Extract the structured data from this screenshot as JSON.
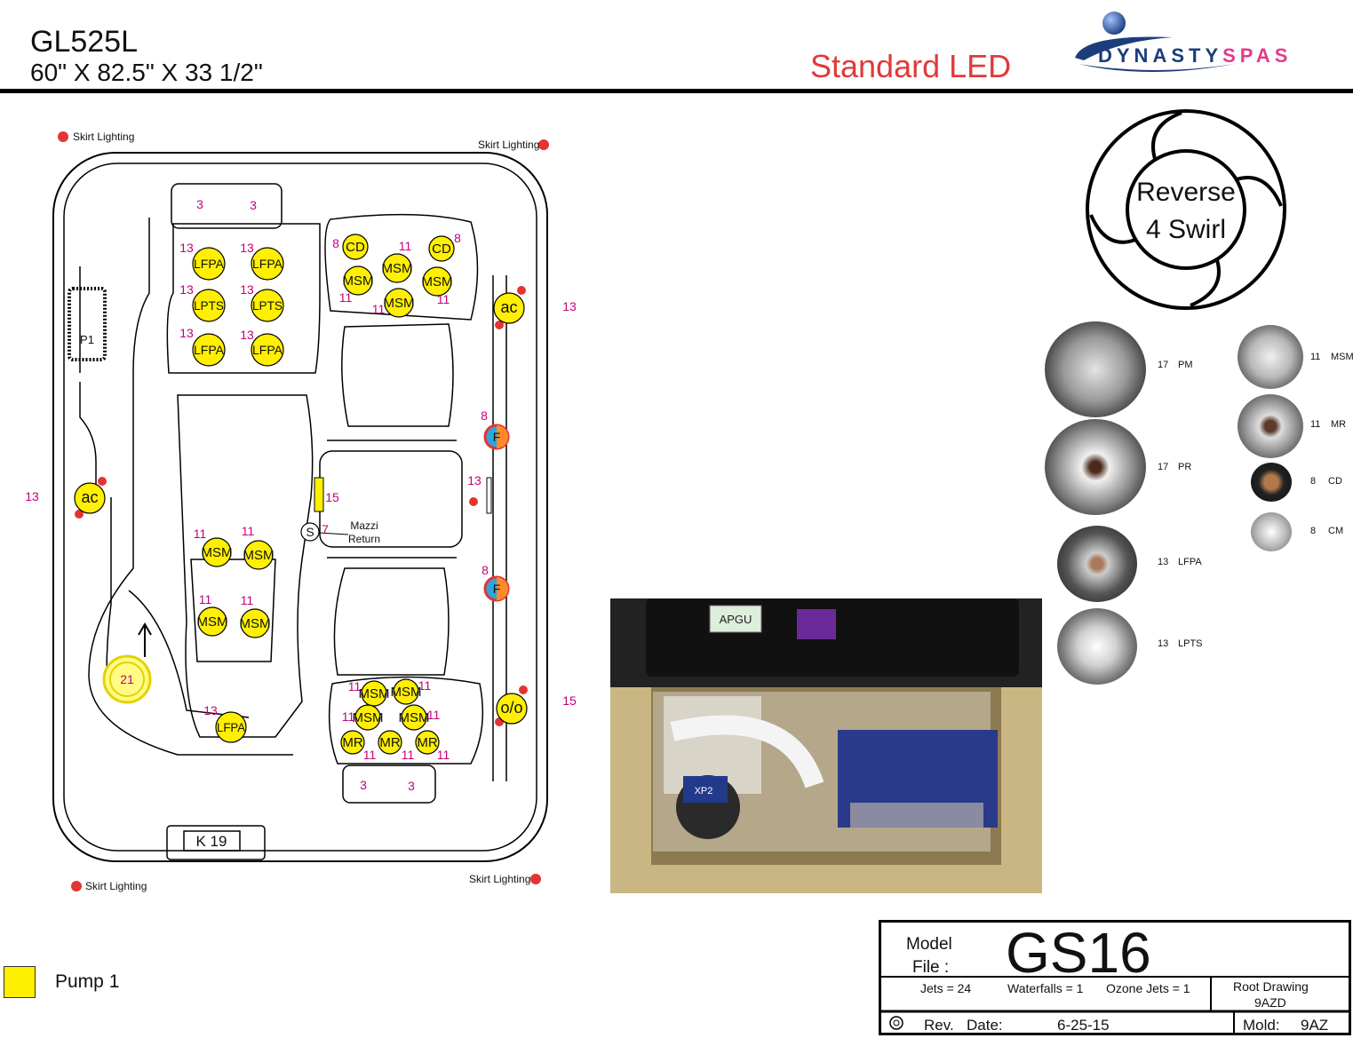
{
  "header": {
    "model_name": "GL525L",
    "dimensions": "60\" X 82.5\" X 33 1/2\"",
    "lighting_type": "Standard LED",
    "logo_word1": "DYNASTY",
    "logo_word2": "SPAS"
  },
  "diagram": {
    "skirt_lighting": [
      "Skirt Lighting",
      "Skirt Lighting",
      "Skirt Lighting",
      "Skirt Lighting"
    ],
    "pump_label": "P1",
    "keypad_label": "K 19",
    "mazzi_line1": "Mazzi",
    "mazzi_line2": "Return",
    "side_numbers": {
      "right_top": "13",
      "left": "13",
      "right_bottom": "15"
    },
    "jets": [
      {
        "t": "LFPA"
      },
      {
        "t": "LFPA"
      },
      {
        "t": "LPTS"
      },
      {
        "t": "LPTS"
      },
      {
        "t": "LFPA"
      },
      {
        "t": "LFPA"
      },
      {
        "t": "CD"
      },
      {
        "t": "CD"
      },
      {
        "t": "MSM"
      },
      {
        "t": "MSM"
      },
      {
        "t": "MSM"
      },
      {
        "t": "MSM"
      },
      {
        "t": "ac"
      },
      {
        "t": "ac"
      },
      {
        "t": "F"
      },
      {
        "t": "F"
      },
      {
        "t": "MSM"
      },
      {
        "t": "MSM"
      },
      {
        "t": "MSM"
      },
      {
        "t": "MSM"
      },
      {
        "t": "21"
      },
      {
        "t": "LFPA"
      },
      {
        "t": "S"
      },
      {
        "t": "o/o"
      },
      {
        "t": "MSM"
      },
      {
        "t": "MSM"
      },
      {
        "t": "MSM"
      },
      {
        "t": "MSM"
      },
      {
        "t": "MR"
      },
      {
        "t": "MR"
      },
      {
        "t": "MR"
      }
    ],
    "numbers": [
      "3",
      "3",
      "13",
      "13",
      "13",
      "13",
      "13",
      "13",
      "8",
      "11",
      "8",
      "11",
      "11",
      "11",
      "8",
      "8",
      "15",
      "7",
      "13",
      "11",
      "11",
      "11",
      "11",
      "13",
      "11",
      "11",
      "11",
      "11",
      "11",
      "11",
      "11",
      "3",
      "3"
    ]
  },
  "swirl": {
    "line1": "Reverse",
    "line2": "4  Swirl"
  },
  "jet_legend": [
    {
      "count": "17",
      "code": "PM"
    },
    {
      "count": "17",
      "code": "PR"
    },
    {
      "count": "13",
      "code": "LFPA"
    },
    {
      "count": "13",
      "code": "LPTS"
    },
    {
      "count": "11",
      "code": "MSM"
    },
    {
      "count": "11",
      "code": "MR"
    },
    {
      "count": "8",
      "code": "CD"
    },
    {
      "count": "8",
      "code": "CM"
    }
  ],
  "photo": {
    "controller_label": "APGU",
    "pump_label": "XP2"
  },
  "legend": {
    "pump_label": "Pump 1",
    "pump_color": "#ffef00"
  },
  "title_block": {
    "model_label": "Model",
    "file_label": "File :",
    "model_code": "GS16",
    "jets": "Jets = 24",
    "waterfalls": "Waterfalls = 1",
    "ozone": "Ozone Jets = 1",
    "root_label": "Root Drawing",
    "root_value": "9AZD",
    "rev_label": "Rev.",
    "date_label": "Date:",
    "date_value": "6-25-15",
    "mold_label": "Mold:",
    "mold_value": "9AZ"
  }
}
